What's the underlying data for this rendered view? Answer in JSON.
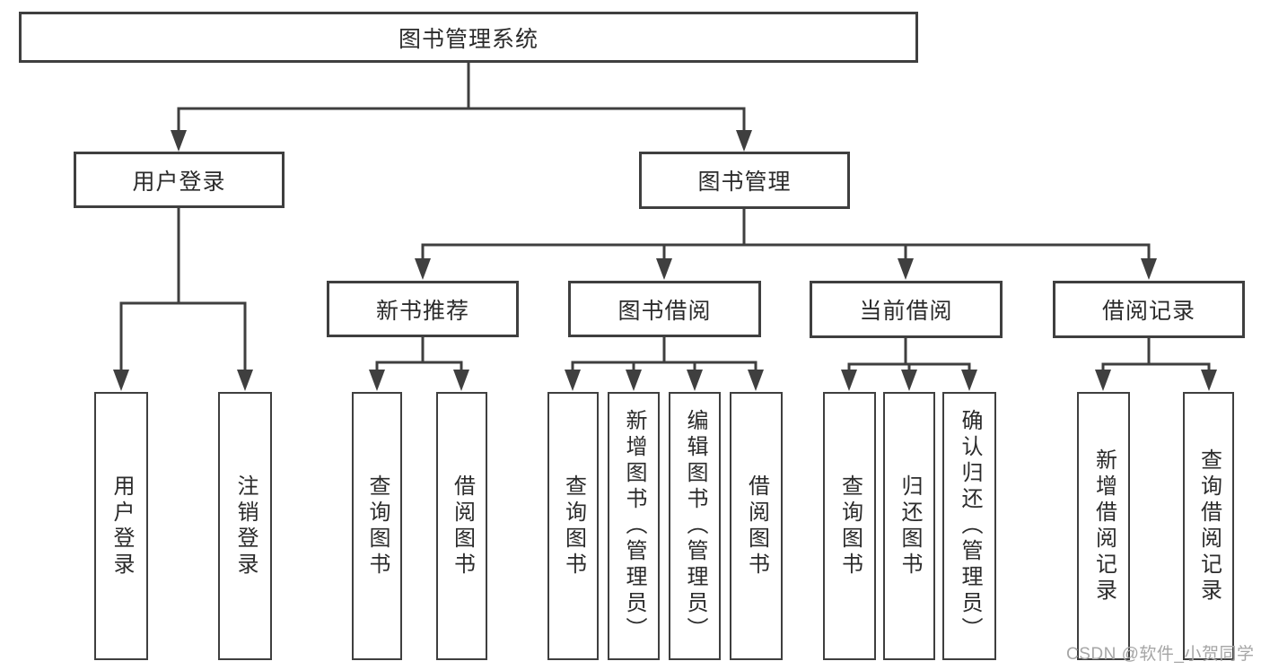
{
  "diagram": {
    "root": {
      "label": "图书管理系统"
    },
    "branches": [
      {
        "label": "用户登录",
        "children": [
          {
            "label": "用户登录"
          },
          {
            "label": "注销登录"
          }
        ]
      },
      {
        "label": "图书管理",
        "children": [
          {
            "label": "新书推荐",
            "children": [
              {
                "label": "查询图书"
              },
              {
                "label": "借阅图书"
              }
            ]
          },
          {
            "label": "图书借阅",
            "children": [
              {
                "label": "查询图书"
              },
              {
                "label": "新增图书（管理员）"
              },
              {
                "label": "编辑图书（管理员）"
              },
              {
                "label": "借阅图书"
              }
            ]
          },
          {
            "label": "当前借阅",
            "children": [
              {
                "label": "查询图书"
              },
              {
                "label": "归还图书"
              },
              {
                "label": "确认归还（管理员）"
              }
            ]
          },
          {
            "label": "借阅记录",
            "children": [
              {
                "label": "新增借阅记录"
              },
              {
                "label": "查询借阅记录"
              }
            ]
          }
        ]
      }
    ]
  },
  "watermark": "CSDN @软件_小贺同学",
  "colors": {
    "line": "#3f3f3f",
    "text": "#2b2b2b",
    "background": "#ffffff",
    "watermark": "#a6a6a6"
  }
}
